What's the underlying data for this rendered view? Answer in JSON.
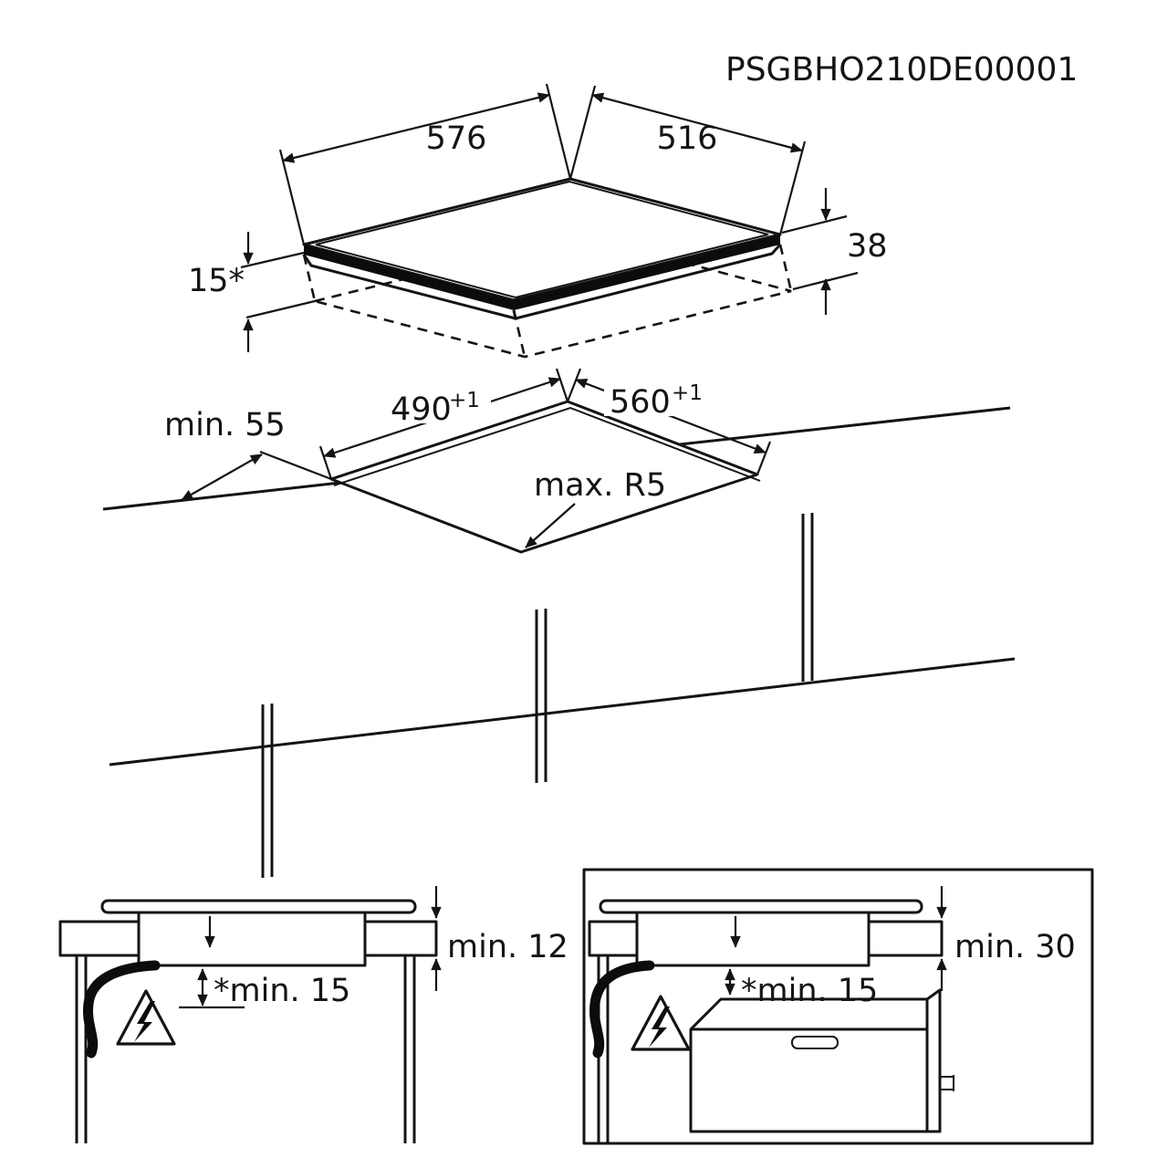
{
  "drawing": {
    "code": "PSGBHO210DE00001"
  },
  "hob": {
    "width_label": "576",
    "depth_label": "516",
    "height_label": "38",
    "rim_label": "15*"
  },
  "cutout": {
    "width_label": "490",
    "width_tolerance": "+1",
    "depth_label": "560",
    "depth_tolerance": "+1",
    "front_clearance_label": "min. 55",
    "corner_radius_label": "max. R5"
  },
  "section_standard": {
    "worktop_thickness_label": "min. 12",
    "bottom_clearance_label": "*min. 15"
  },
  "section_oven": {
    "worktop_thickness_label": "min. 30",
    "bottom_clearance_label": "*min. 15"
  }
}
